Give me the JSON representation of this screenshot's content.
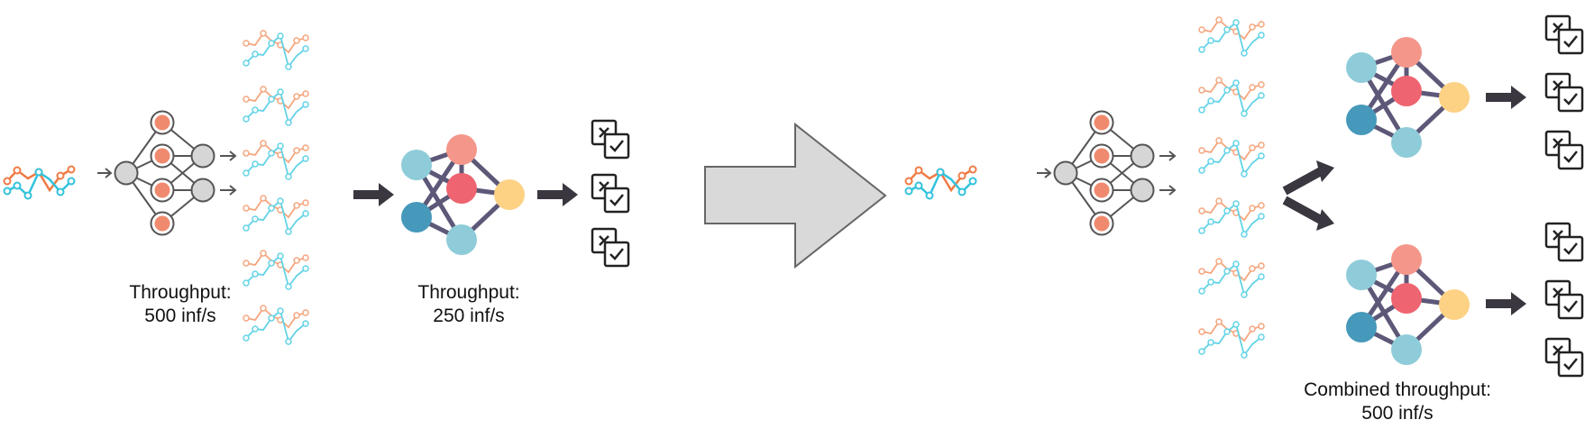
{
  "labels": {
    "stage1_title": "Throughput:",
    "stage1_value": "500 inf/s",
    "stage2_title": "Throughput:",
    "stage2_value": "250 inf/s",
    "combined_title": "Combined throughput:",
    "combined_value": "500 inf/s"
  },
  "colors": {
    "series_orange": "#f07b45",
    "series_cyan": "#33c3dc",
    "series_orange_faded": "#f4a67e",
    "series_cyan_faded": "#63d3e6",
    "edge_gray": "#555555",
    "node_gray": "#d6d6d6",
    "node_salmon": "#f08a6f",
    "big_edge": "#5d5878",
    "big_node_salmon": "#f4978a",
    "big_node_red": "#ee6470",
    "big_node_teal_light": "#8fccd9",
    "big_node_teal_dark": "#4699ba",
    "big_node_yellow": "#fdd285",
    "thick_arrow": "#3a3740",
    "big_arrow_fill": "#d9d9d9",
    "big_arrow_stroke": "#666666"
  },
  "icons": {
    "checklist": "checkbox-pair-icon",
    "small_network": "small-neural-network-icon",
    "large_network": "large-neural-network-icon",
    "time_series": "time-series-icon",
    "transform": "big-right-arrow-icon"
  }
}
